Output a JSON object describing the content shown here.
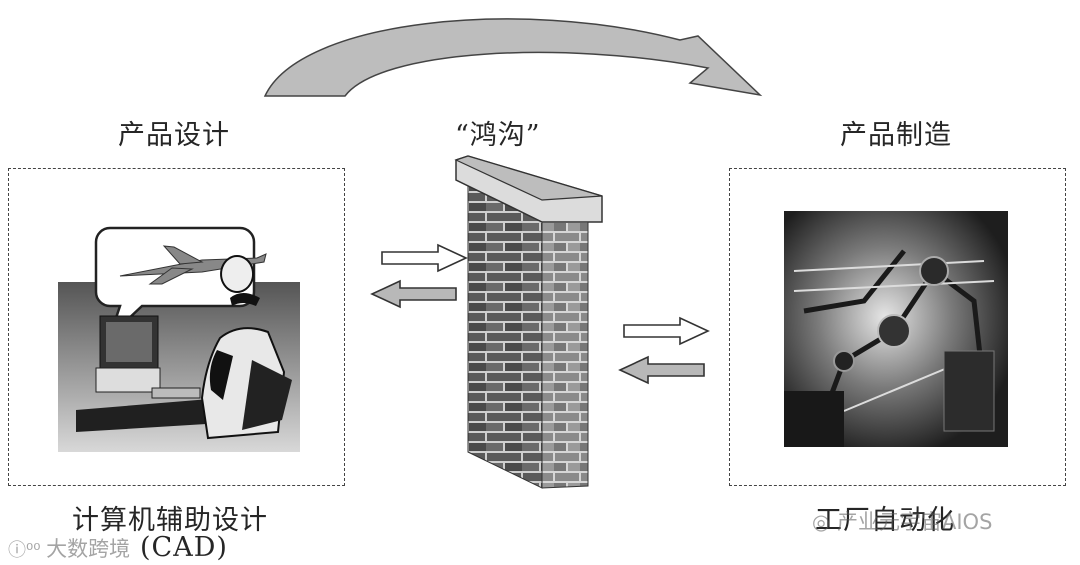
{
  "labels": {
    "design": "产品设计",
    "gap": "“鸿沟”",
    "manufacturing": "产品制造",
    "cad_line1": "计算机辅助设计",
    "cad_line2": "(CAD)",
    "factory": "工厂自动化"
  },
  "watermarks": {
    "left": "大数跨境",
    "right": "产业元宇宙AIOS"
  },
  "colors": {
    "arrow_gray": "#b8b8b8",
    "brick": "#5a5a5a",
    "mortar": "#cfcfcf",
    "cap": "#d9d9d9"
  }
}
